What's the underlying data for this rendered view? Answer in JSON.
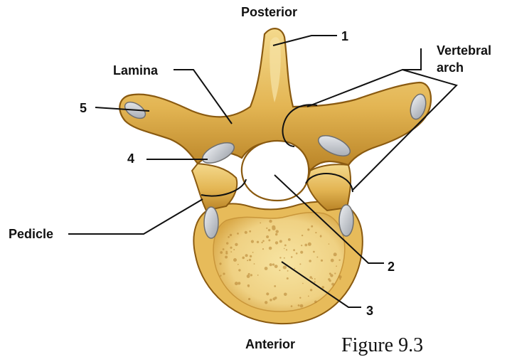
{
  "labels": {
    "posterior": "Posterior",
    "anterior": "Anterior",
    "lamina": "Lamina",
    "vertebral_arch_line1": "Vertebral",
    "vertebral_arch_line2": "arch",
    "pedicle": "Pedicle"
  },
  "numbers": {
    "n1": "1",
    "n2": "2",
    "n3": "3",
    "n4": "4",
    "n5": "5"
  },
  "caption": "Figure 9.3",
  "colors": {
    "bone_outline": "#8a5a10",
    "bone_fill": "#e2b452",
    "bone_light": "#f1d27d",
    "body_fill": "#f2d98a",
    "facet_fill": "#c9ccd2",
    "leader_line": "#111111"
  }
}
